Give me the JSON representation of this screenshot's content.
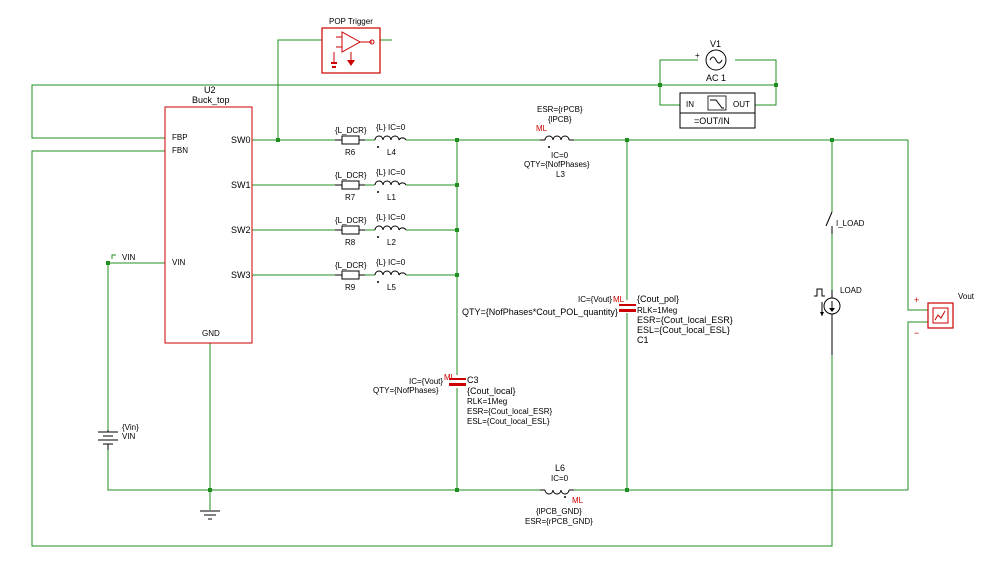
{
  "u2": {
    "ref": "U2",
    "name": "Buck_top",
    "pins": {
      "fbp": "FBP",
      "fbn": "FBN",
      "vin": "VIN",
      "gnd": "GND",
      "sw0": "SW0",
      "sw1": "SW1",
      "sw2": "SW2",
      "sw3": "SW3"
    }
  },
  "pop": {
    "label": "POP Trigger"
  },
  "v1": {
    "ref": "V1",
    "value": "AC 1"
  },
  "xfer": {
    "in": "IN",
    "out": "OUT",
    "expr": "=OUT/IN"
  },
  "resistors": [
    {
      "value": "{L_DCR}",
      "ref": "R6"
    },
    {
      "value": "{L_DCR}",
      "ref": "R7"
    },
    {
      "value": "{L_DCR}",
      "ref": "R8"
    },
    {
      "value": "{L_DCR}",
      "ref": "R9"
    }
  ],
  "inductors": [
    {
      "value": "{L} IC=0",
      "ref": "L4"
    },
    {
      "value": "{L} IC=0",
      "ref": "L1"
    },
    {
      "value": "{L} IC=0",
      "ref": "L2"
    },
    {
      "value": "{L} IC=0",
      "ref": "L5"
    }
  ],
  "l3": {
    "esr": "ESR={rPCB}",
    "value": "{lPCB}",
    "ic": "IC=0",
    "qty": "QTY={NofPhases}",
    "ref": "L3"
  },
  "c1": {
    "ic": "IC={Vout}",
    "qty": "QTY={NofPhases*Cout_POL_quantity}",
    "value": "{Cout_pol}",
    "rlk": "RLK=1Meg",
    "esr": "ESR={Cout_local_ESR}",
    "esl": "ESL={Cout_local_ESL}",
    "ref": "C1"
  },
  "c3": {
    "ic": "IC={Vout}",
    "qty": "QTY={NofPhases}",
    "ref": "C3",
    "value": "{Cout_local}",
    "rlk": "RLK=1Meg",
    "esr": "ESR={Cout_local_ESR}",
    "esl": "ESL={Cout_local_ESL}"
  },
  "vin_src": {
    "value": "{Vin}",
    "ref": "VIN"
  },
  "vin_tag": {
    "label": "VIN"
  },
  "l6": {
    "ref": "L6",
    "ic": "IC=0",
    "value": "{lPCB_GND}",
    "esr": "ESR={rPCB_GND}"
  },
  "iload": {
    "switch": "I_LOAD",
    "source": "LOAD"
  },
  "vout": {
    "label": "Vout",
    "plus": "+",
    "minus": "−"
  },
  "ml": {
    "text": "ML"
  },
  "colors": {
    "wire": "#1f8f1f",
    "component": "#000000",
    "probe": "#cc0000"
  }
}
